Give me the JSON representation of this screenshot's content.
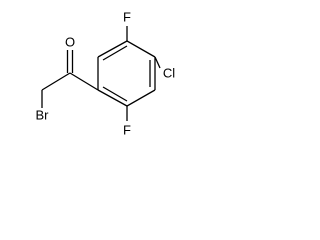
{
  "molecule": {
    "atoms": {
      "oxygen": "O",
      "bromine": "Br",
      "fluorine_top": "F",
      "chlorine": "Cl",
      "fluorine_bottom": "F"
    }
  },
  "colors": {
    "bond": "#000000",
    "label": "#000000",
    "background": "#ffffff"
  }
}
